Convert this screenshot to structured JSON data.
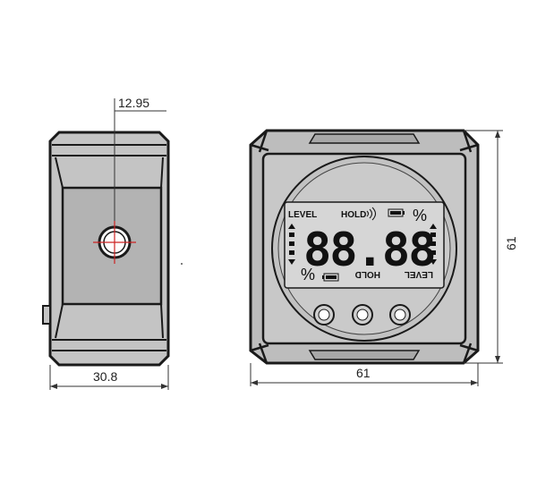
{
  "dimensions": {
    "side_depth": "12.95",
    "side_width": "30.8",
    "front_width": "61",
    "front_height": "61"
  },
  "lcd": {
    "level_label": "LEVEL",
    "hold_label": "HOLD",
    "percent_symbol": "%",
    "digits": "88.88",
    "level_label_mirrored": "LEVEL",
    "hold_label_mirrored": "HOLD",
    "percent_symbol_mirrored": "%"
  },
  "colors": {
    "body_outline": "#1a1a1a",
    "body_fill": "#bdbdbd",
    "lcd_fill": "#d6d6d6",
    "crosshair": "#cc2222"
  }
}
